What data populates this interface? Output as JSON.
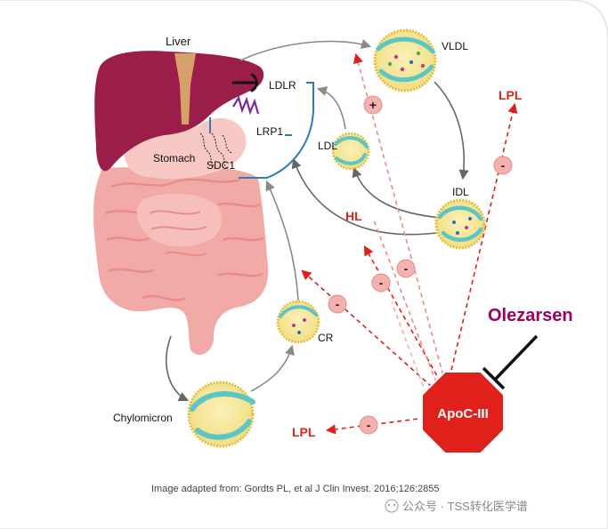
{
  "labels": {
    "liver": "Liver",
    "stomach": "Stomach",
    "ldlr": "LDLR",
    "lrp1": "LRP1",
    "sdc1": "SDC1",
    "vldl": "VLDL",
    "ldl": "LDL",
    "idl": "IDL",
    "cr": "CR",
    "chylomicron": "Chylomicron",
    "hl": "HL",
    "lpl_top": "LPL",
    "lpl_bottom": "LPL",
    "olezarsen": "Olezarsen",
    "apoc3": "ApoC-III",
    "plus": "+",
    "minus": "-"
  },
  "credit": "Image adapted from: Gordts PL, et al J Clin Invest. 2016;126:2855",
  "watermark": "公众号 · TSS转化医学谱",
  "colors": {
    "liver": "#9b1d4a",
    "gallbladder": "#d6a06a",
    "intestine": "#f2aaa6",
    "stomach": "#f7c8c4",
    "receptor": "#2a7fb8",
    "lipoprotein_fill": "#f7e79a",
    "lipoprotein_ring": "#e3bd3a",
    "apoB": "#5cc6c6",
    "red": "#e0201b",
    "stop": "#e0201b",
    "olezarsen": "#9e0060",
    "badge": "#f3b2ae"
  }
}
